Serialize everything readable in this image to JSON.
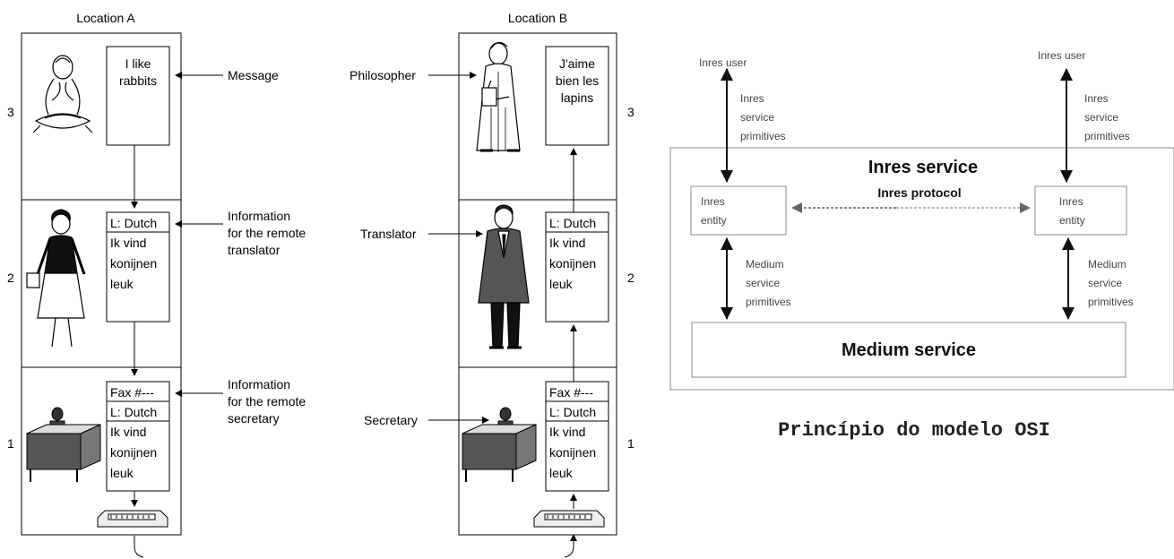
{
  "location_a": {
    "title": "Location A",
    "layers": [
      "3",
      "2",
      "1"
    ],
    "msg_layer3": [
      "I like",
      "rabbits"
    ],
    "msg_layer2": [
      "L: Dutch",
      "Ik vind",
      "konijnen",
      "leuk"
    ],
    "msg_layer1": [
      "Fax #---",
      "L: Dutch",
      "Ik vind",
      "konijnen",
      "leuk"
    ],
    "annotations": {
      "message": "Message",
      "info_translator": [
        "Information",
        "for the remote",
        "translator"
      ],
      "info_secretary": [
        "Information",
        "for the remote",
        "secretary"
      ]
    }
  },
  "location_b": {
    "title": "Location B",
    "layers": [
      "3",
      "2",
      "1"
    ],
    "msg_layer3": [
      "J'aime",
      "bien les",
      "lapins"
    ],
    "msg_layer2": [
      "L: Dutch",
      "Ik vind",
      "konijnen",
      "leuk"
    ],
    "msg_layer1": [
      "Fax #---",
      "L: Dutch",
      "Ik vind",
      "konijnen",
      "leuk"
    ],
    "roles": {
      "philosopher": "Philosopher",
      "translator": "Translator",
      "secretary": "Secretary"
    }
  },
  "osi": {
    "user_left": "Inres user",
    "user_right": "Inres user",
    "service_primitives": [
      "Inres",
      "service",
      "primitives"
    ],
    "service_title": "Inres service",
    "protocol": "Inres protocol",
    "entity": [
      "Inres",
      "entity"
    ],
    "medium_primitives": [
      "Medium",
      "service",
      "primitives"
    ],
    "medium_service": "Medium service",
    "caption": "Princípio do modelo OSI"
  }
}
